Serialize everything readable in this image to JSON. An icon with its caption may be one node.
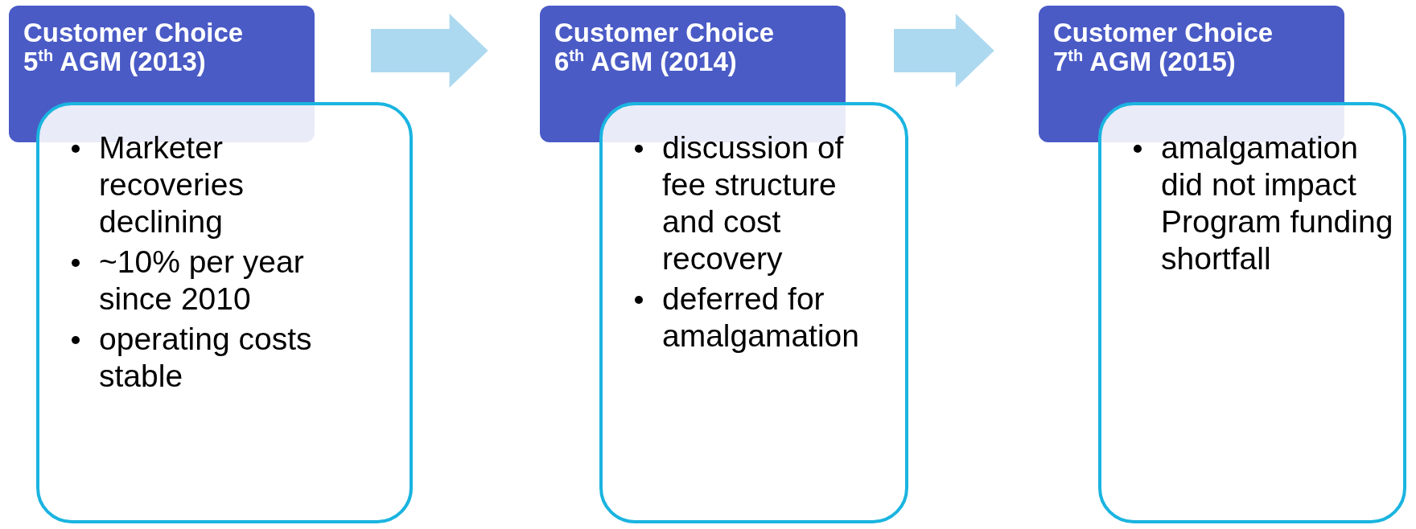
{
  "diagram": {
    "nodes": [
      {
        "text": [
          "Customer Choice 5$^{th}$ AGM (2013)"
        ]
      },
      {
        "text": [
          "Marketer recoveries declining",
          "~10% per year since 2010",
          "operating costs stable"
        ]
      },
      {
        "text": [
          "Customer Choice 6$^{th}$ AGM (2014)"
        ]
      },
      {
        "text": [
          "discussion of fee structure and cost recovery",
          "deferred for amalgamation"
        ]
      },
      {
        "text": [
          "Customer Choice 7$^{th}$ AGM (2015)"
        ]
      },
      {
        "text": [
          "amalgamation did not impact Program funding shortfall"
        ]
      }
    ],
    "edges": [
      {
        "from": 0,
        "to": 2,
        "arrow": "to",
        "style": "thick"
      },
      {
        "from": 2,
        "to": 4,
        "arrow": "to",
        "style": "thick"
      }
    ]
  }
}
